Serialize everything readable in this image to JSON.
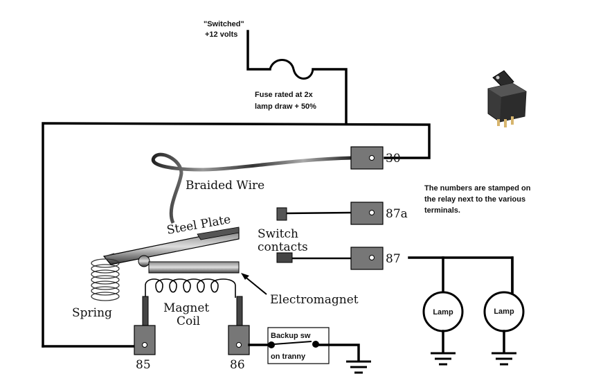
{
  "labels": {
    "switched_line1": "\"Switched\"",
    "switched_line2": "+12 volts",
    "fuse_line1": "Fuse rated at 2x",
    "fuse_line2": "lamp draw + 50%",
    "braided_wire": "Braided Wire",
    "steel_plate": "Steel Plate",
    "switch_line1": "Switch",
    "switch_line2": "contacts",
    "electromagnet": "Electromagnet",
    "spring": "Spring",
    "coil_line1": "Magnet",
    "coil_line2": "Coil",
    "backup_line1": "Backup sw",
    "backup_line2": "on tranny",
    "note_line1": "The numbers are stamped on",
    "note_line2": "the relay next to the various",
    "note_line3": "terminals."
  },
  "terminals": {
    "t30": "30",
    "t87a": "87a",
    "t87": "87",
    "t85": "85",
    "t86": "86"
  },
  "lamps": [
    {
      "label": "Lamp"
    },
    {
      "label": "Lamp"
    }
  ]
}
